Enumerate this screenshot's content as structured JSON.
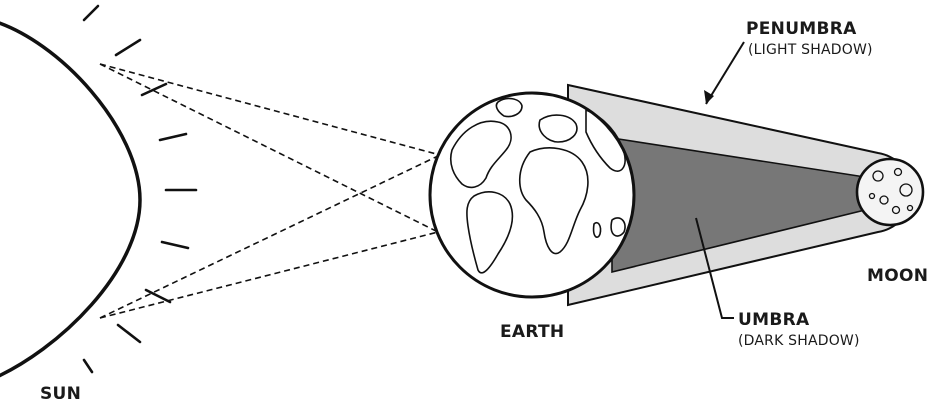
{
  "labels": {
    "sun": "SUN",
    "earth": "EARTH",
    "moon": "MOON",
    "penumbra_title": "PENUMBRA",
    "penumbra_sub": "(LIGHT SHADOW)",
    "umbra_title": "UMBRA",
    "umbra_sub": "(DARK SHADOW)"
  },
  "colors": {
    "line": "#111111",
    "penumbra": "#dddddd",
    "umbra": "#777777",
    "sun_fill": "#ffffff",
    "earth_fill": "#ffffff",
    "moon_fill": "#f4f4f4"
  },
  "icons": {
    "sun": "sun-icon",
    "earth": "earth-globe-icon",
    "moon": "moon-icon"
  }
}
